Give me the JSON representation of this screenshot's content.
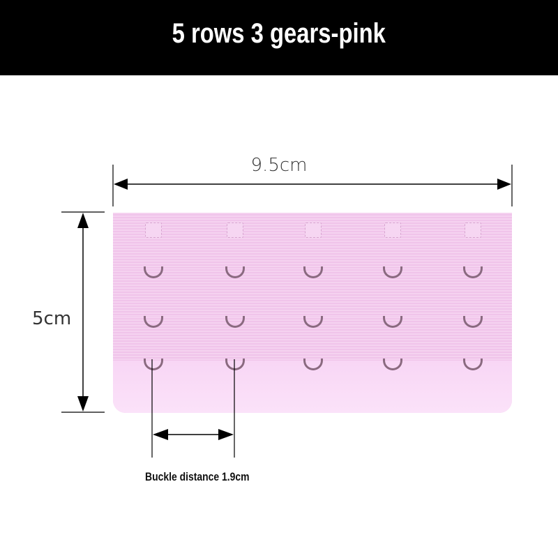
{
  "title": "5 rows 3 gears-pink",
  "dimensions": {
    "width_label": "9.5cm",
    "height_label": "5cm",
    "buckle_label": "Buckle distance 1.9cm"
  },
  "product": {
    "color": "#f2c8ec",
    "columns": 5,
    "rows": 3,
    "column_x": [
      219,
      336,
      448,
      562,
      677
    ],
    "row_y": [
      390,
      461,
      522
    ]
  },
  "colors": {
    "title_bg": "#000000",
    "title_text": "#ffffff",
    "dimension_line": "#000000"
  }
}
